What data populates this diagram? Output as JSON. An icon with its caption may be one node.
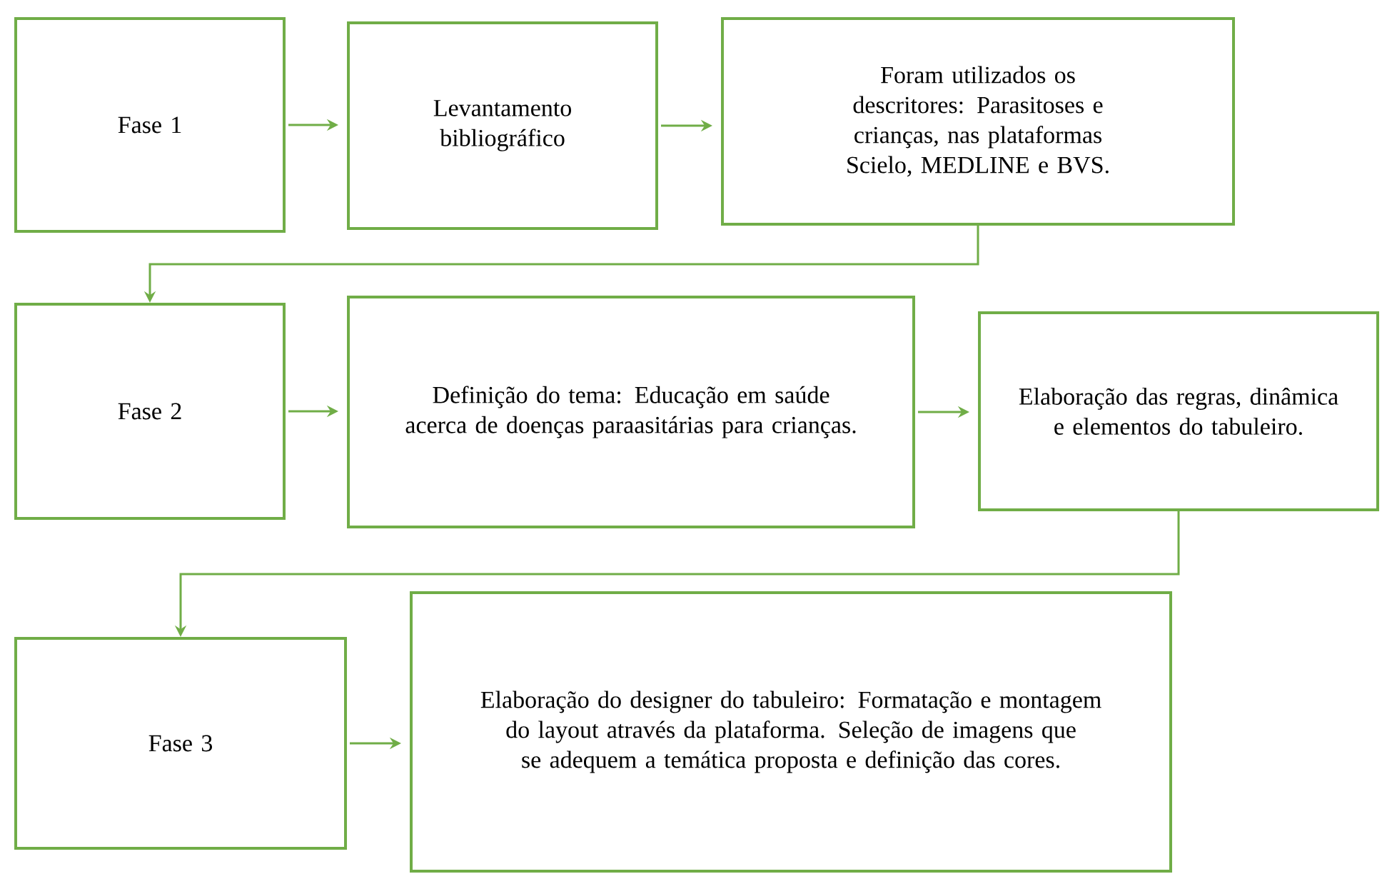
{
  "diagram": {
    "nodes": [
      {
        "text": [
          "Fase 1"
        ]
      },
      {
        "text": [
          "Levantamento bibliográfico"
        ]
      },
      {
        "text": [
          "Foram utilizados os descritores: Parasitoses e crianças, nas plataformas Scielo, MEDLINE e BVS."
        ]
      },
      {
        "text": [
          "Fase 2"
        ]
      },
      {
        "text": [
          "Definição do tema: Educação em saúde acerca de doenças paraasitárias para crianças."
        ]
      },
      {
        "text": [
          "Elaboração das regras, dinâmica e elementos do tabuleiro."
        ]
      },
      {
        "text": [
          "Fase 3"
        ]
      },
      {
        "text": [
          "Elaboração do designer do tabuleiro: Formatação e montagem do layout através da plataforma. Seleção de imagens que se adequem a temática proposta e definição das cores."
        ]
      }
    ],
    "edges": [
      {
        "from": 0,
        "to": 1,
        "arrow": "to"
      },
      {
        "from": 1,
        "to": 2,
        "arrow": "to"
      },
      {
        "from": 2,
        "to": 3,
        "arrow": "to"
      },
      {
        "from": 3,
        "to": 4,
        "arrow": "to"
      },
      {
        "from": 4,
        "to": 5,
        "arrow": "to"
      },
      {
        "from": 5,
        "to": 6,
        "arrow": "to"
      },
      {
        "from": 6,
        "to": 7,
        "arrow": "to"
      }
    ]
  }
}
